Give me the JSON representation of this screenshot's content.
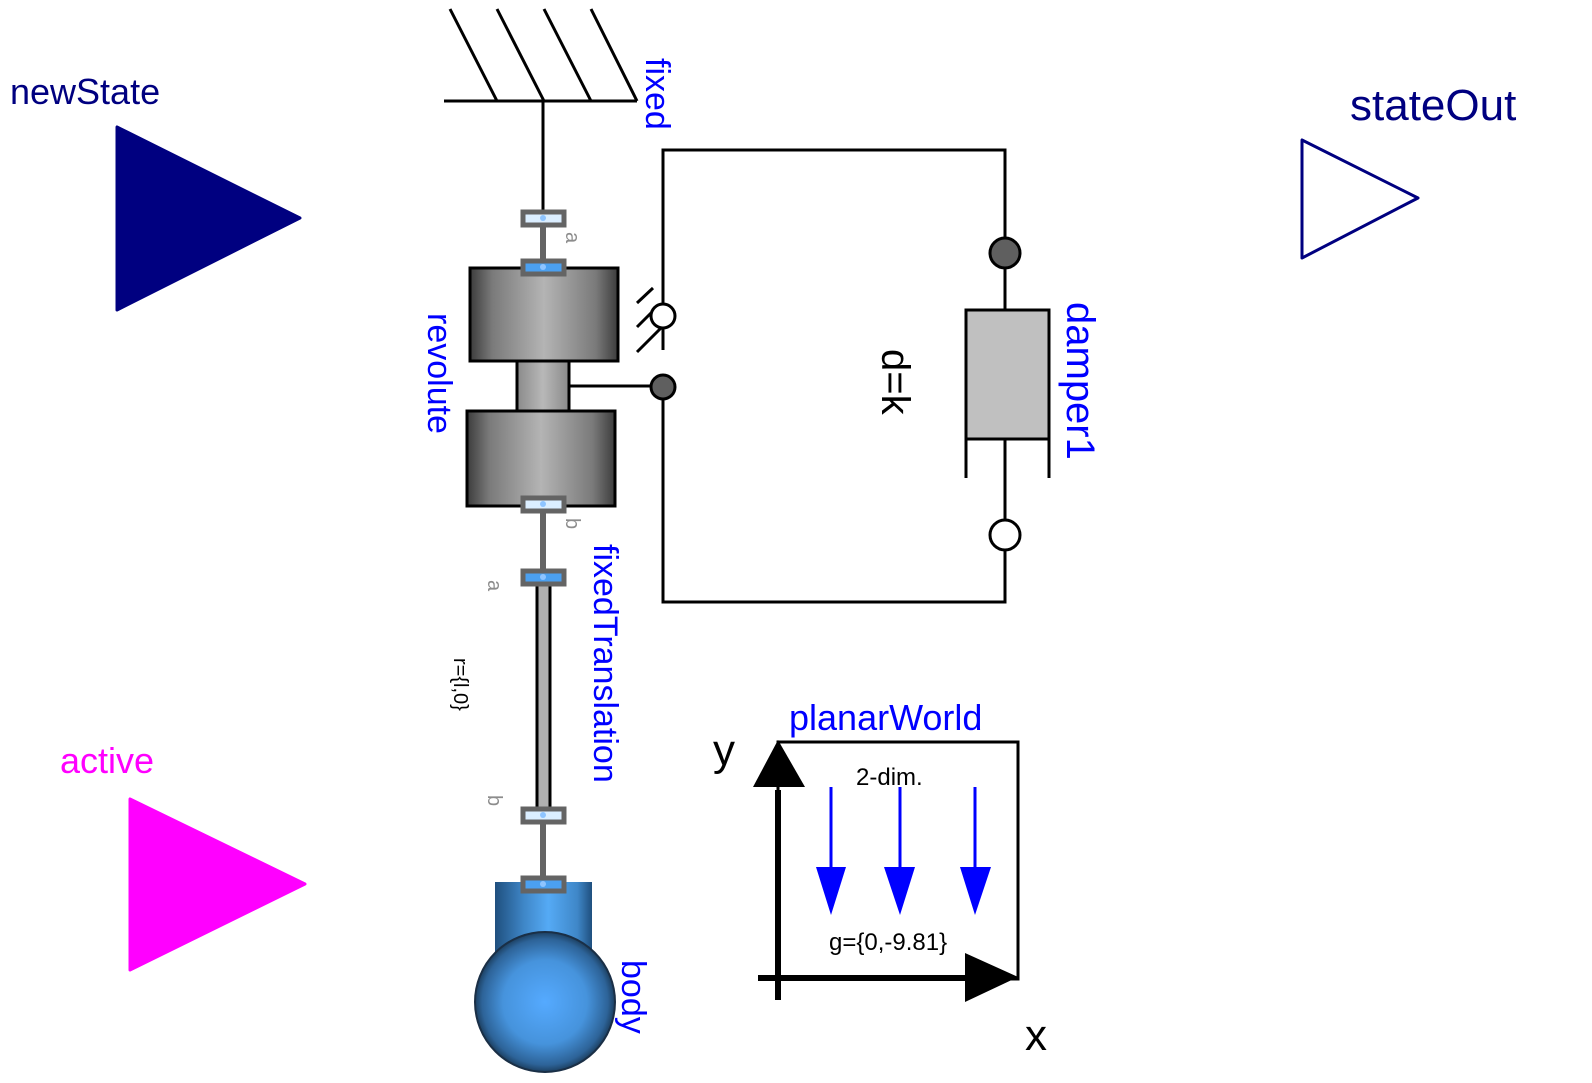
{
  "colors": {
    "label_blue": "#0000ff",
    "port_navy": "#000080",
    "boolean_magenta": "#ff00ff",
    "line_black": "#000000",
    "flange_gray": "#646464",
    "flange_light": "#dbeeff",
    "flange_blue": "#4ba0f0",
    "damper_fill": "#c0c0c0",
    "rotational_flange_dark": "#5f5f5f",
    "body_blue": "#4aa5ff"
  },
  "ports": {
    "newState": {
      "label": "newState",
      "direction": "input",
      "filled": true
    },
    "active": {
      "label": "active",
      "direction": "input",
      "filled": true
    },
    "stateOut": {
      "label": "stateOut",
      "direction": "output",
      "filled": false
    }
  },
  "components": {
    "fixed": {
      "name": "fixed"
    },
    "revolute": {
      "name": "revolute",
      "frame_a": "a",
      "frame_b": "b"
    },
    "fixedTranslation": {
      "name": "fixedTranslation",
      "frame_a": "a",
      "frame_b": "b",
      "param": "r={l,0}"
    },
    "body": {
      "name": "body"
    },
    "damper1": {
      "name": "damper1",
      "param": "d=k"
    },
    "planarWorld": {
      "name": "planarWorld",
      "subtitle": "2-dim.",
      "gravity": "g={0,-9.81}",
      "axis_x": "x",
      "axis_y": "y"
    }
  }
}
